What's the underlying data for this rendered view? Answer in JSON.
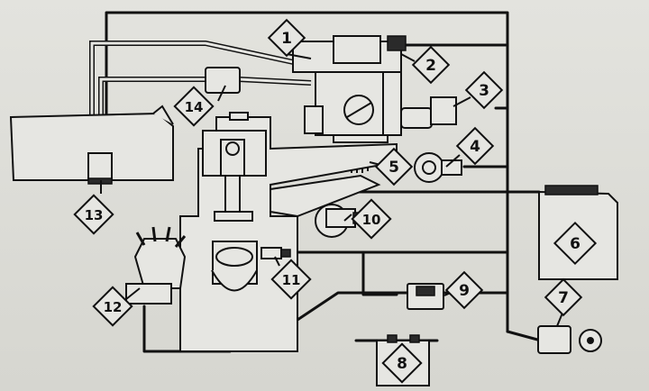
{
  "callouts": [
    {
      "num": "1"
    },
    {
      "num": "2"
    },
    {
      "num": "3"
    },
    {
      "num": "4"
    },
    {
      "num": "5"
    },
    {
      "num": "6"
    },
    {
      "num": "7"
    },
    {
      "num": "8"
    },
    {
      "num": "9"
    },
    {
      "num": "10"
    },
    {
      "num": "11"
    },
    {
      "num": "12"
    },
    {
      "num": "13"
    },
    {
      "num": "14"
    }
  ]
}
